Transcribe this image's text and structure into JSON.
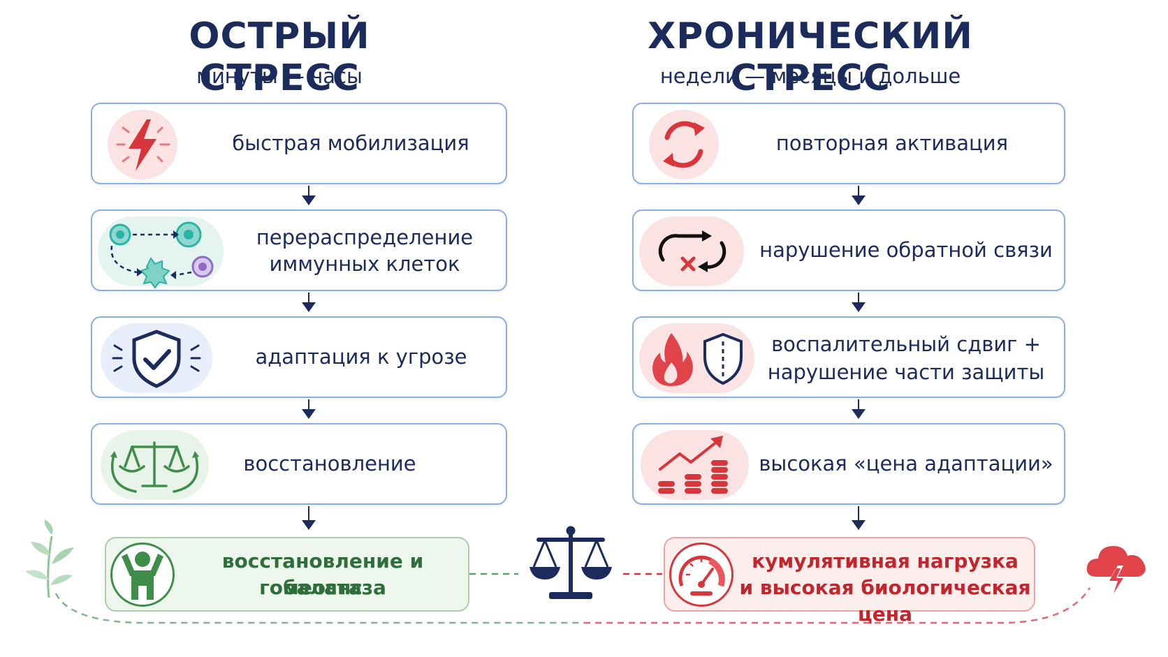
{
  "left": {
    "title": "ОСТРЫЙ СТРЕСС",
    "subtitle": "минуты — часы",
    "steps": [
      {
        "label": "быстрая мобилизация"
      },
      {
        "label_line1": "перераспределение",
        "label_line2": "иммунных клеток"
      },
      {
        "label": "адаптация к угрозе"
      },
      {
        "label": "восстановление"
      }
    ],
    "result_line1": "восстановление и баланс",
    "result_line2": "гомеостаза"
  },
  "right": {
    "title": "ХРОНИЧЕСКИЙ СТРЕСС",
    "subtitle": "недели — месяцы и дольше",
    "steps": [
      {
        "label": "повторная активация"
      },
      {
        "label": "нарушение обратной связи"
      },
      {
        "label_line1": "воспалительный сдвиг +",
        "label_line2": "нарушение части защиты"
      },
      {
        "label": "высокая «цена адаптации»"
      }
    ],
    "result_line1": "кумулятивная нагрузка",
    "result_line2": "и высокая биологическая цена"
  },
  "colors": {
    "navy": "#1a2b5c",
    "red": "#d7363d",
    "green": "#3e8e4a",
    "teal": "#2bb3a3",
    "purple": "#8e6bc4"
  },
  "icons": [
    "lightning-icon",
    "immune-cells-icon",
    "shield-check-icon",
    "scales-cycle-icon",
    "recycle-arrows-icon",
    "broken-loop-icon",
    "flame-shield-icon",
    "rising-coins-icon",
    "person-balance-icon",
    "balance-scale-icon",
    "gauge-icon",
    "storm-cloud-icon",
    "leaf-sprout-icon"
  ]
}
